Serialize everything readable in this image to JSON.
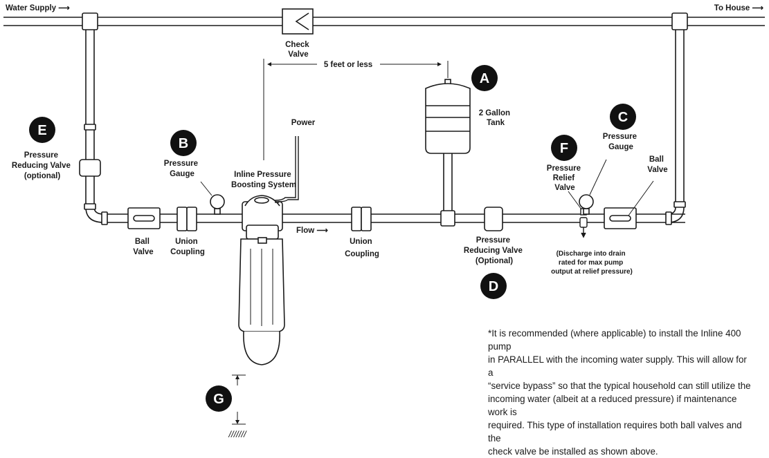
{
  "flow": {
    "supply_label": "Water Supply ⟶",
    "house_label": "To House ⟶",
    "flow_label": "Flow ⟶"
  },
  "measure": {
    "distance_label": "5 feet or less"
  },
  "components": {
    "check_valve": [
      "Check",
      "Valve"
    ],
    "tank": [
      "2 Gallon",
      "Tank"
    ],
    "power": [
      "Power"
    ],
    "pump": [
      "Inline Pressure",
      "Boosting System"
    ],
    "prv_left": [
      "Pressure",
      "Reducing Valve",
      "(optional)"
    ],
    "gauge_left": [
      "Pressure",
      "Gauge"
    ],
    "gauge_right": [
      "Pressure",
      "Gauge"
    ],
    "relief_valve": [
      "Pressure",
      "Relief",
      "Valve"
    ],
    "ball_valve_right": [
      "Ball",
      "Valve"
    ],
    "ball_valve_left": [
      "Ball",
      "Valve"
    ],
    "union_left": [
      "Union",
      "Coupling"
    ],
    "union_right": [
      "Union",
      "Coupling"
    ],
    "prv_right": [
      "Pressure",
      "Reducing Valve",
      "(Optional)"
    ],
    "discharge": [
      "(Discharge into drain",
      "rated for max pump",
      "output at relief pressure)"
    ]
  },
  "badges": {
    "a": "A",
    "b": "B",
    "c": "C",
    "d": "D",
    "e": "E",
    "f": "F",
    "g": "G"
  },
  "ground": {
    "hatch": "///////"
  },
  "note": {
    "lines": [
      "*It is recommended (where applicable) to install the Inline 400 pump",
      "in PARALLEL with the incoming water supply.  This will allow for a",
      "“service bypass” so that the typical household can still utilize the",
      "incoming water (albeit at a reduced pressure) if maintenance work is",
      "required.  This type of installation requires both ball valves and the",
      "check valve  be installed as shown above."
    ]
  }
}
